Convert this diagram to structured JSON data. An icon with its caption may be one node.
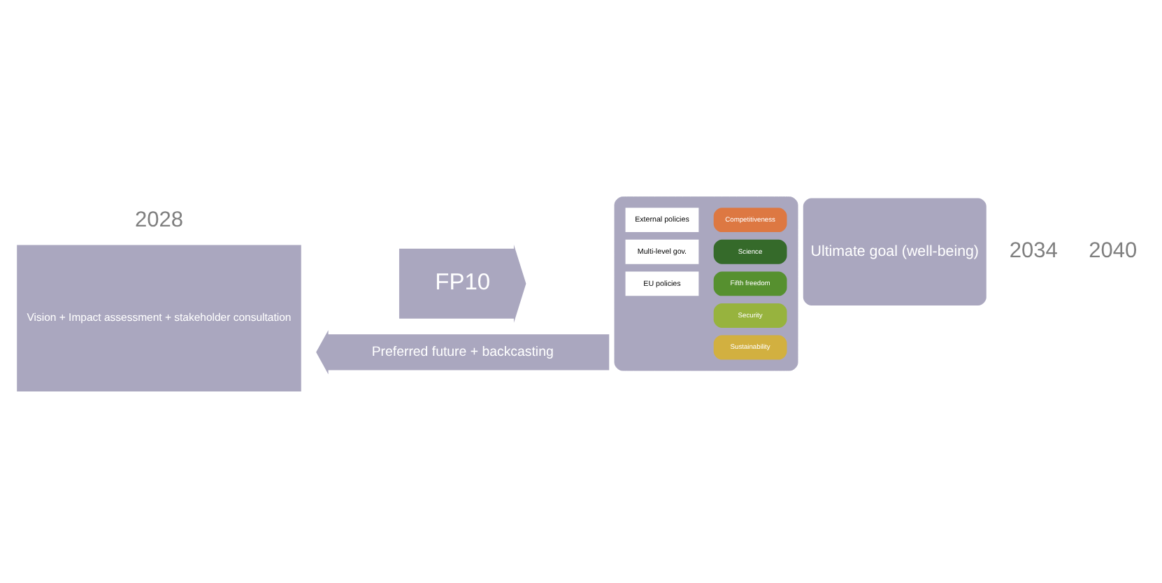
{
  "diagram": {
    "nodes": [
      {
        "text": [
          "Vision + Impact assessment + stakeholder consultation"
        ]
      },
      {
        "text": [
          "FP10"
        ]
      },
      {
        "text": [],
        "shape": "box"
      },
      {
        "text": [
          "EU policies"
        ],
        "in": 2
      },
      {
        "text": [
          "Multi-level gov."
        ],
        "in": 2
      },
      {
        "text": [
          "External policies"
        ],
        "in": 2
      },
      {
        "text": [
          "Competitiveness"
        ],
        "in": 2
      },
      {
        "text": [
          "Sustainability"
        ],
        "in": 2
      },
      {
        "text": [
          "Security"
        ],
        "in": 2
      },
      {
        "text": [
          "Fifth freedom"
        ],
        "in": 2
      },
      {
        "text": [
          "Science"
        ],
        "in": 2
      },
      {
        "text": [
          "Ultimate goal (well-being)"
        ]
      },
      {
        "text": [
          "Preferred future + backcasting"
        ]
      }
    ],
    "labels": [
      "2028",
      "2034",
      "2040"
    ]
  }
}
